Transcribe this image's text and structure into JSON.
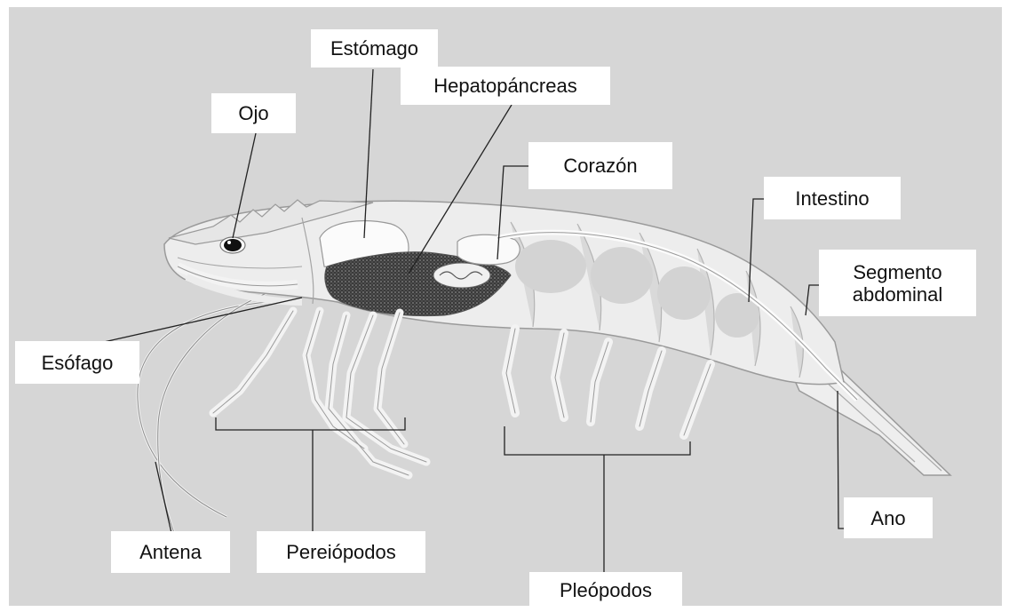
{
  "labels": {
    "estomago": "Estómago",
    "hepatopancreas": "Hepatopáncreas",
    "ojo": "Ojo",
    "corazon": "Corazón",
    "intestino": "Intestino",
    "segmento": "Segmento\nabdominal",
    "esofago": "Esófago",
    "ano": "Ano",
    "antena": "Antena",
    "pereiopodos": "Pereiópodos",
    "pleopodos": "Pleópodos"
  }
}
